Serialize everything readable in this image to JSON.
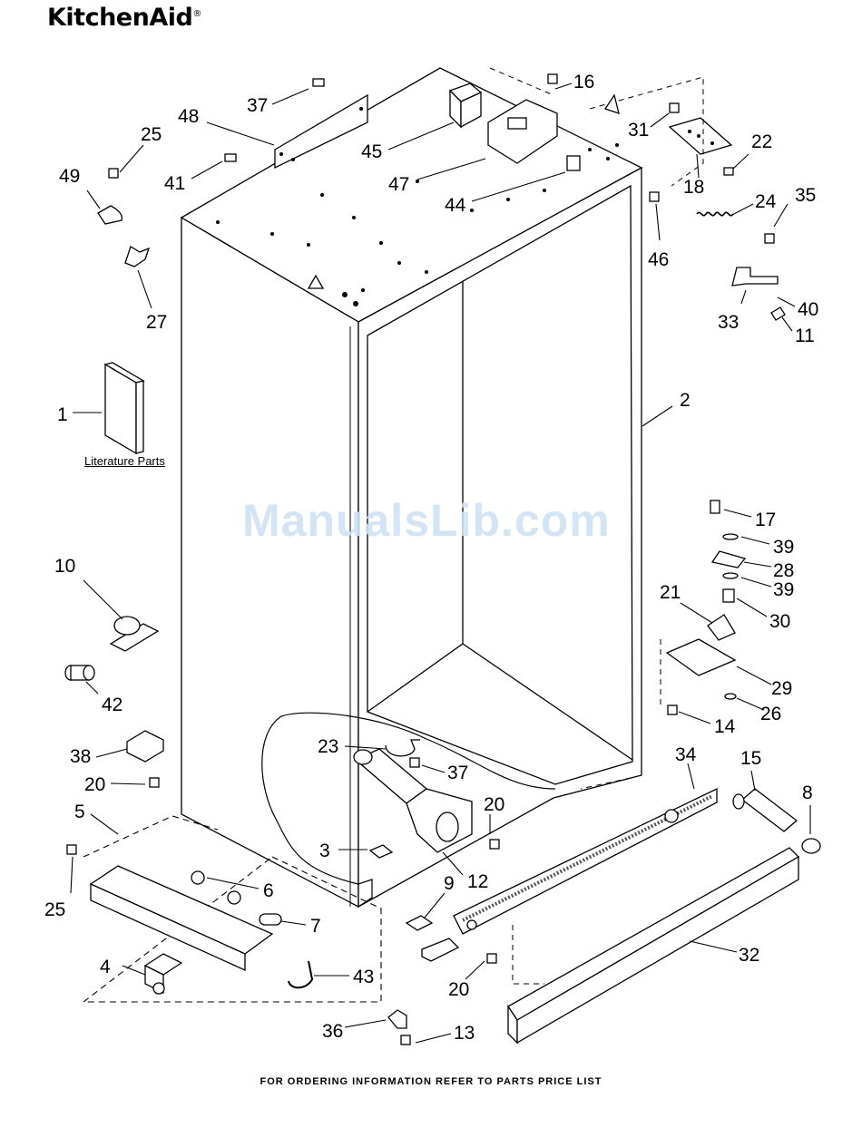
{
  "brand": {
    "name": "KitchenAid",
    "mark": "®"
  },
  "watermark": "ManualsLib.com",
  "literature_label": "Literature Parts",
  "footer": "FOR ORDERING INFORMATION REFER TO PARTS PRICE LIST",
  "callouts": {
    "c1": "1",
    "c2": "2",
    "c3": "3",
    "c4": "4",
    "c5": "5",
    "c6": "6",
    "c7": "7",
    "c8": "8",
    "c9": "9",
    "c10": "10",
    "c11": "11",
    "c12": "12",
    "c13": "13",
    "c14": "14",
    "c15": "15",
    "c16": "16",
    "c17": "17",
    "c18": "18",
    "c20a": "20",
    "c20b": "20",
    "c20c": "20",
    "c21": "21",
    "c22": "22",
    "c23": "23",
    "c24": "24",
    "c25a": "25",
    "c25b": "25",
    "c26": "26",
    "c27": "27",
    "c28": "28",
    "c29": "29",
    "c30": "30",
    "c31": "31",
    "c32": "32",
    "c33": "33",
    "c34": "34",
    "c35": "35",
    "c36": "36",
    "c37a": "37",
    "c37b": "37",
    "c38": "38",
    "c39a": "39",
    "c39b": "39",
    "c40": "40",
    "c41": "41",
    "c42": "42",
    "c43": "43",
    "c44": "44",
    "c45": "45",
    "c46": "46",
    "c47": "47",
    "c48": "48",
    "c49": "49"
  }
}
